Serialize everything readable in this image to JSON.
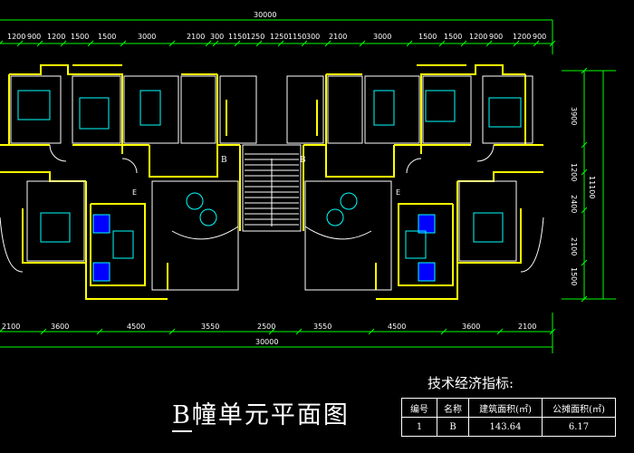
{
  "drawing": {
    "title_letter": "B",
    "title_rest": "幢单元平面图",
    "top_total": "30000",
    "bottom_total": "30000",
    "top_dims": [
      "1200",
      "900",
      "1200",
      "1500",
      "1500",
      "3000",
      "2100",
      "300",
      "1150",
      "1250",
      "1250",
      "1150",
      "300",
      "2100",
      "3000",
      "1500",
      "1500",
      "1200",
      "900",
      "1200",
      "900"
    ],
    "bottom_dims": [
      "2100",
      "3600",
      "4500",
      "3550",
      "2500",
      "3550",
      "4500",
      "3600",
      "2100"
    ],
    "right_dims": [
      "3900",
      "1200",
      "2400",
      "2100",
      "1500"
    ],
    "right_total": "11100",
    "stair_marks": [
      "B",
      "B"
    ],
    "elev_marks": [
      "E",
      "E"
    ]
  },
  "spec": {
    "heading": "技术经济指标:",
    "headers": [
      "编号",
      "名称",
      "建筑面积(㎡)",
      "公摊面积(㎡)"
    ],
    "row": [
      "1",
      "B",
      "143.64",
      "6.17"
    ]
  },
  "colors": {
    "wall": "#ffff00",
    "line": "#ffffff",
    "dim": "#00ff00",
    "furniture": "#00ffff",
    "sofa": "#0000ff"
  }
}
